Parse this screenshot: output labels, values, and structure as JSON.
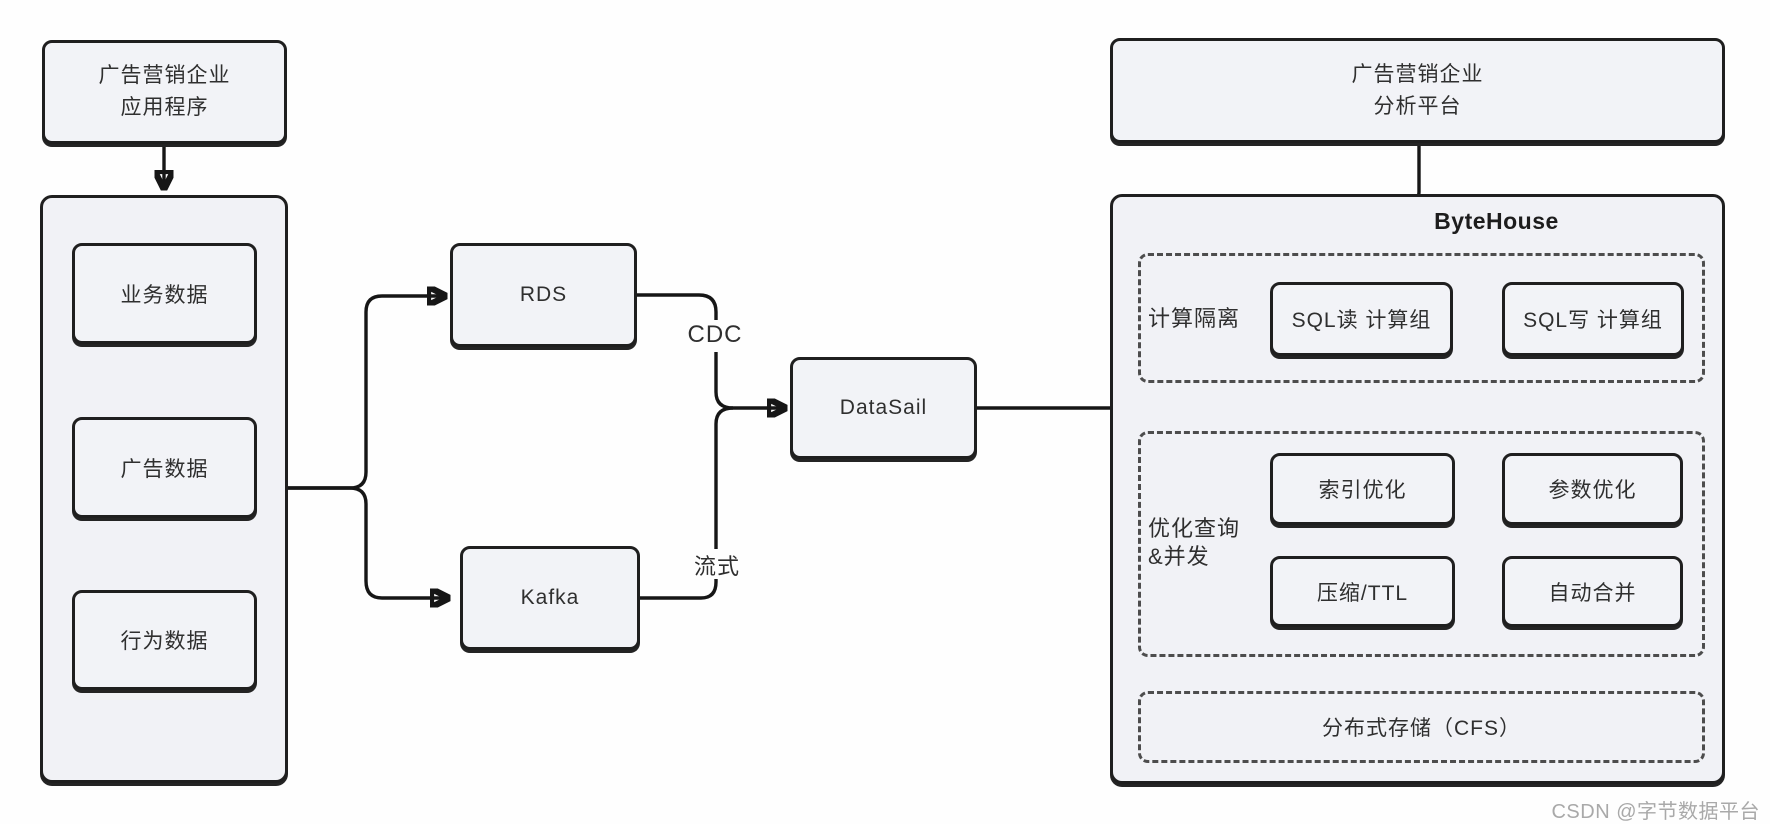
{
  "colors": {
    "background": "#fefefe",
    "node_fill": "#f2f3f7",
    "container_fill": "#f1f2f6",
    "border": "#1f1f1f",
    "dashed_border": "#4d4d4d",
    "text": "#2f2f2f",
    "watermark": "#a9a9a9"
  },
  "left": {
    "app_box": {
      "line1": "广告营销企业",
      "line2": "应用程序"
    },
    "sources": [
      "业务数据",
      "广告数据",
      "行为数据"
    ]
  },
  "middle": {
    "rds": "RDS",
    "kafka": "Kafka",
    "datasail": "DataSail",
    "cdc_label": "CDC",
    "stream_label": "流式"
  },
  "right": {
    "platform_box": {
      "line1": "广告营销企业",
      "line2": "分析平台"
    },
    "bytehouse": {
      "title": "ByteHouse",
      "compute_isolation": {
        "label": "计算隔离",
        "read_group": "SQL读 计算组",
        "write_group": "SQL写 计算组"
      },
      "query_optimization": {
        "label_line1": "优化查询",
        "label_line2": "&并发",
        "cells": [
          "索引优化",
          "参数优化",
          "压缩/TTL",
          "自动合并"
        ]
      },
      "storage": {
        "label": "分布式存储（CFS）"
      }
    }
  },
  "watermark": "CSDN @字节数据平台"
}
